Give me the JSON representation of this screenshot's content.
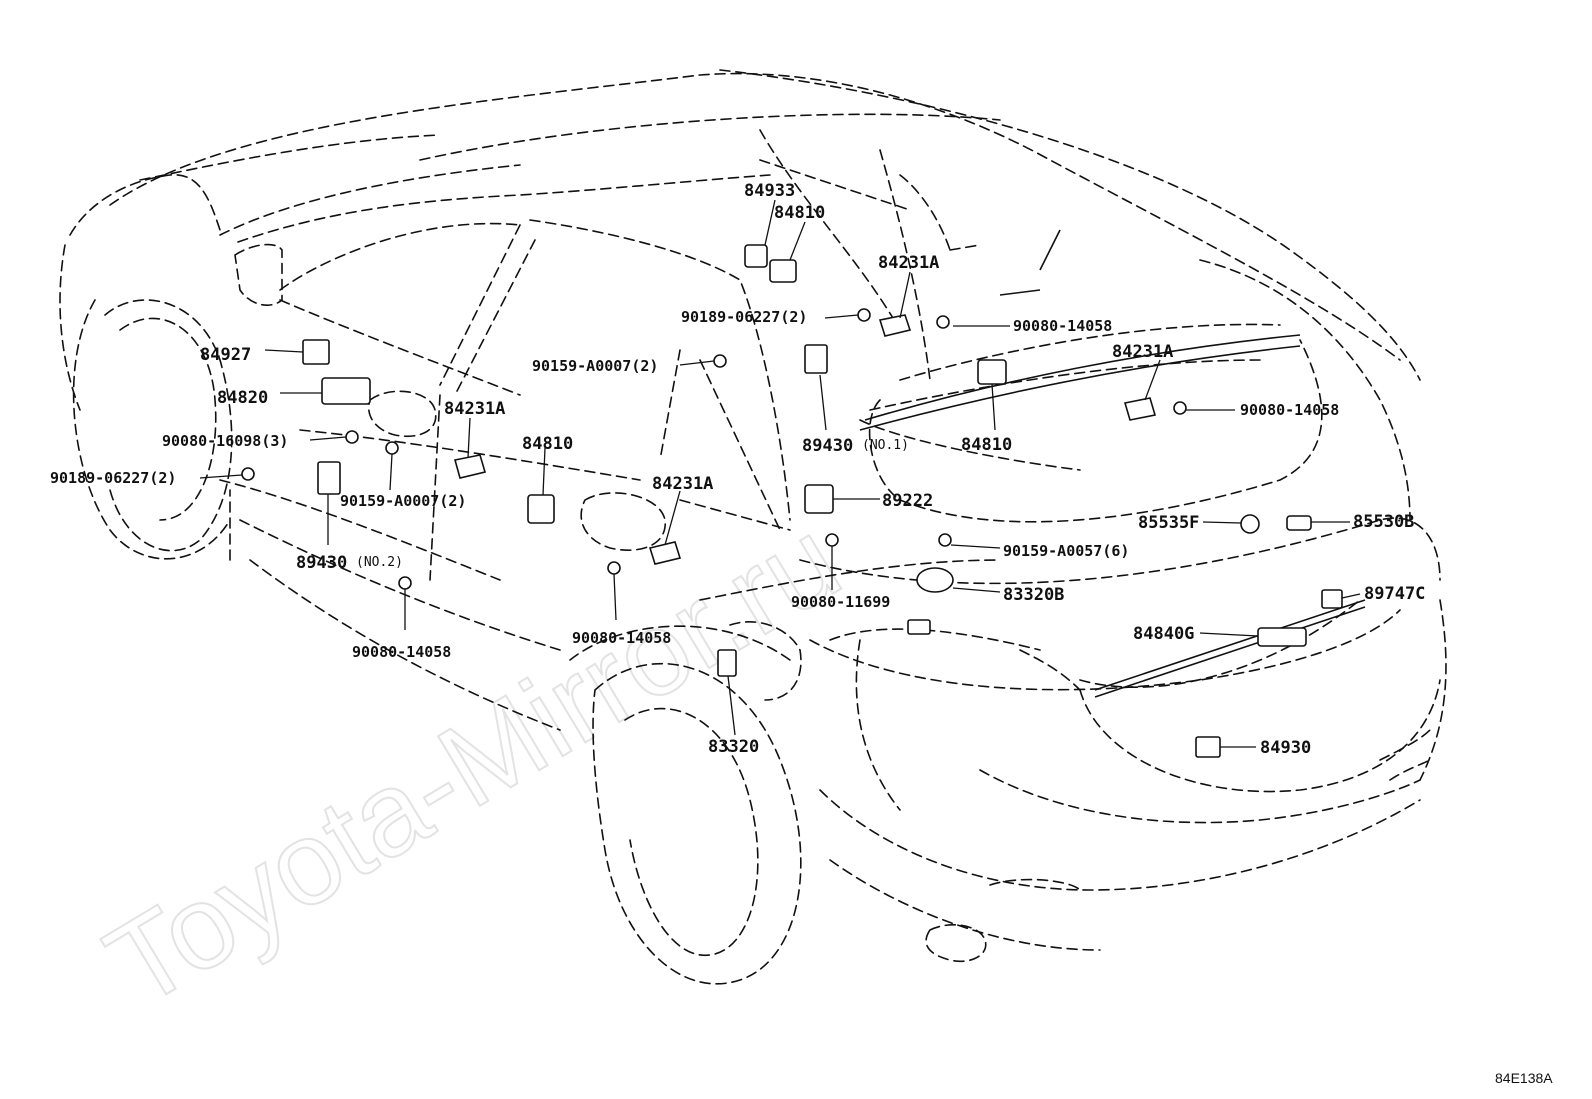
{
  "watermark": "Toyota-Mirror.ru",
  "diagram_code": "84E138A",
  "parts": {
    "p84933": "84933",
    "p84810_top": "84810",
    "p84231a_top": "84231A",
    "p90189_top": "90189-06227(2)",
    "p90080_top": "90080-14058",
    "p90159_mid": "90159-A0007(2)",
    "p84231a_right": "84231A",
    "p90080_right": "90080-14058",
    "p89430_no1": "89430",
    "p89430_no1_note": "(NO.1)",
    "p84810_right": "84810",
    "p84927": "84927",
    "p84820": "84820",
    "p90080_16098": "90080-16098(3)",
    "p84231a_left": "84231A",
    "p84810_left": "84810",
    "p90189_left": "90189-06227(2)",
    "p90159_left": "90159-A0007(2)",
    "p84231a_center": "84231A",
    "p89222": "89222",
    "p85535f": "85535F",
    "p85530b": "85530B",
    "p90159_a0057": "90159-A0057(6)",
    "p89430_no2": "89430",
    "p89430_no2_note": "(NO.2)",
    "p90080_11699": "90080-11699",
    "p83320b": "83320B",
    "p89747c": "89747C",
    "p90080_lower": "90080-14058",
    "p84840g": "84840G",
    "p90080_bottom_left": "90080-14058",
    "p83320": "83320",
    "p84930": "84930"
  }
}
